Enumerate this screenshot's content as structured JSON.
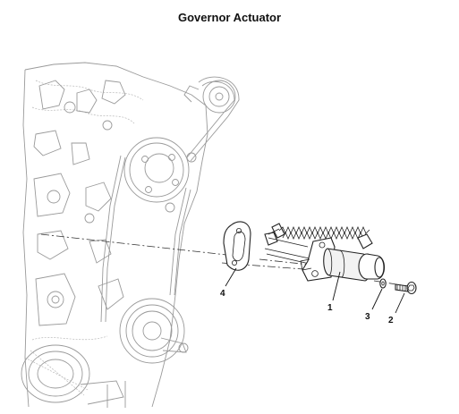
{
  "title": "Governor Actuator",
  "callouts": {
    "c1": "1",
    "c2": "2",
    "c3": "3",
    "c4": "4"
  }
}
